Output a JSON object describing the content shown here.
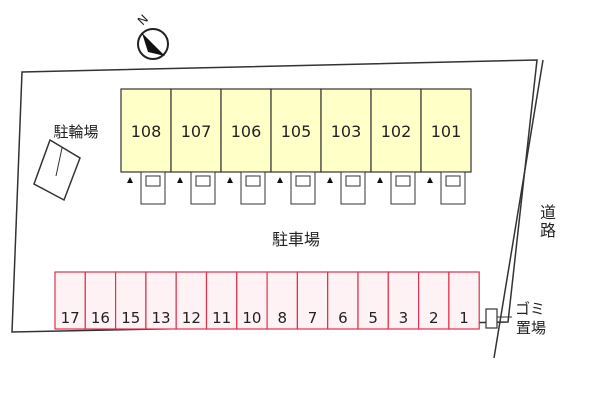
{
  "labels": {
    "bicycle_parking": "駐輪場",
    "car_parking": "駐車場",
    "road": "道路",
    "garbage_line1": "ゴミ",
    "garbage_line2": "置場",
    "north": "N"
  },
  "units": [
    "108",
    "107",
    "106",
    "105",
    "103",
    "102",
    "101"
  ],
  "parking_spaces": [
    "17",
    "16",
    "15",
    "13",
    "12",
    "11",
    "10",
    "8",
    "7",
    "6",
    "5",
    "3",
    "2",
    "1"
  ],
  "colors": {
    "unit_fill": "#ffffc8",
    "space_stroke": "#e0304a",
    "space_fill": "#fff2f4",
    "line": "#333333"
  }
}
